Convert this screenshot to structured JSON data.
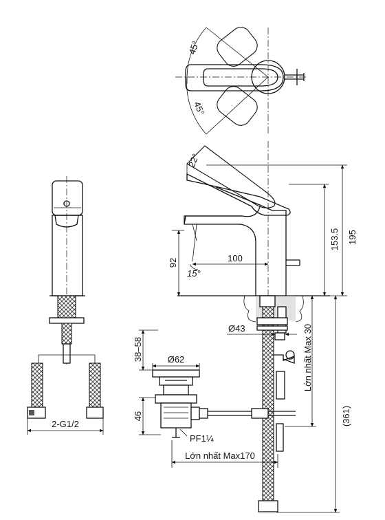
{
  "labels": {
    "top_angle_a": "45°",
    "top_angle_b": "45°",
    "lever_angle": "22°",
    "spout_angle": "15°",
    "height_92": "92",
    "reach_100": "100",
    "height_153": "153.5",
    "height_195": "195",
    "dia_43": "Ø43",
    "max_30": "Lớn nhất Max 30",
    "total_361": "(361)",
    "h_38_58": "38–58",
    "dia_62": "Ø62",
    "h_46": "46",
    "pf": "PF1¼",
    "max_170": "Lớn nhất Max170",
    "g_thread": "2-G1/2"
  }
}
